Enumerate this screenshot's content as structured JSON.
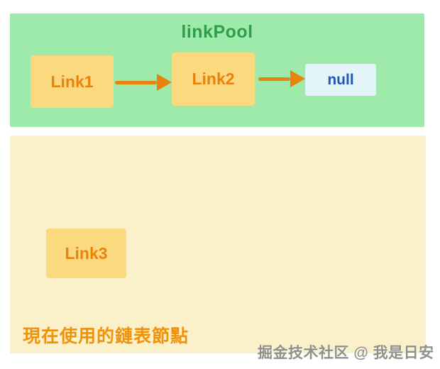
{
  "pool": {
    "title": "linkPool",
    "nodes": [
      {
        "label": "Link1"
      },
      {
        "label": "Link2"
      }
    ],
    "terminal_label": "null"
  },
  "used": {
    "node_label": "Link3",
    "caption": "現在使用的鏈表節點"
  },
  "watermark": "掘金技术社区 @ 我是日安",
  "colors": {
    "page_bg": "#ffffff",
    "pool_panel_bg": "#9deaab",
    "pool_title_text": "#2e9e4a",
    "node_bg": "#fbd97e",
    "node_text": "#e8830d",
    "arrow": "#e8830d",
    "null_box_bg": "#e2f6fa",
    "null_text": "#2255b8",
    "used_panel_bg": "#faf0ca",
    "caption_text": "#ef930c",
    "watermark_text": "#90908a"
  }
}
